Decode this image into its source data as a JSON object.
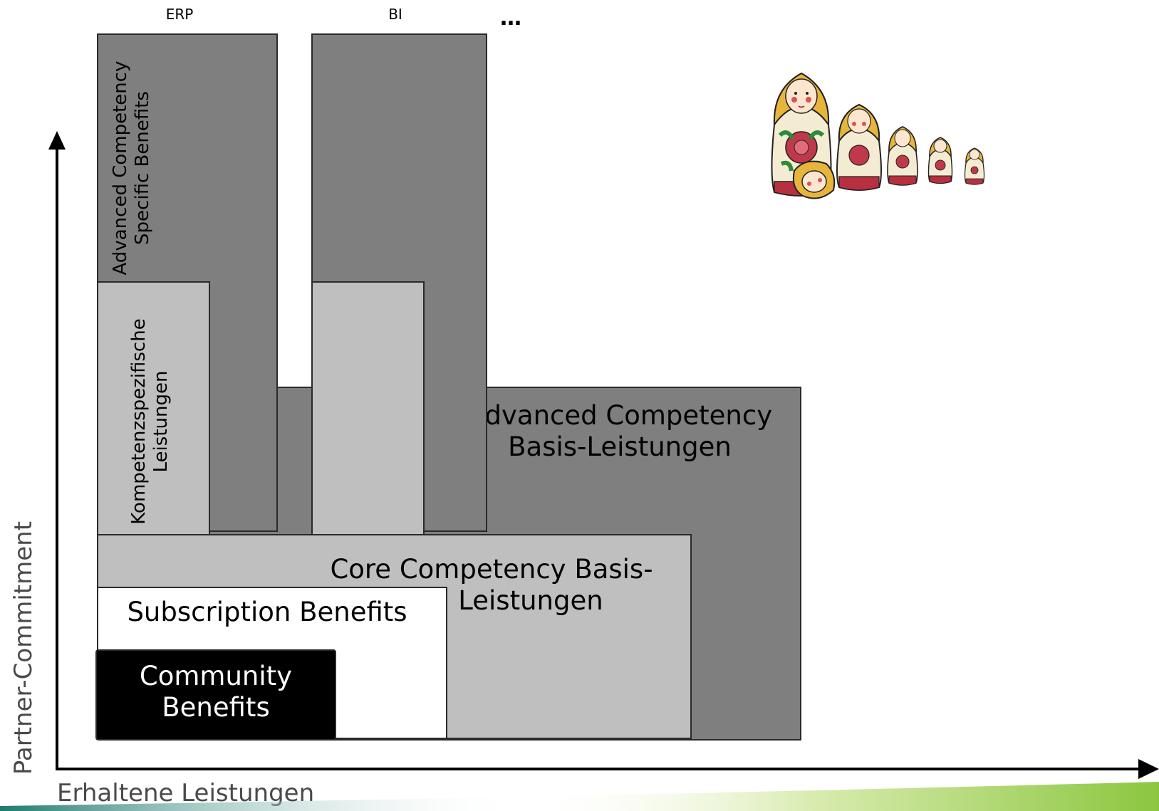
{
  "columns": {
    "erp": "ERP",
    "bi": "BI",
    "more": "…"
  },
  "blocks": {
    "advanced_specific": [
      "Advanced Competency",
      "Specific Benefits"
    ],
    "kompetenz": [
      "Kompetenzspezifische",
      "Leistungen"
    ],
    "advanced_basis": [
      "Advanced Competency",
      "Basis-Leistungen"
    ],
    "core_basis": [
      "Core Competency Basis-",
      "Leistungen"
    ],
    "subscription": "Subscription Benefits",
    "community": [
      "Community",
      "Benefits"
    ]
  },
  "axes": {
    "y_label": "Partner-Commitment",
    "x_label": "Erhaltene Leistungen"
  },
  "illustration": "matryoshka-dolls",
  "colors": {
    "dark_gray": "#7f7f7f",
    "light_gray": "#bfbfbf",
    "accent_green": "#8cc63f",
    "accent_teal": "#1f7a6d"
  }
}
